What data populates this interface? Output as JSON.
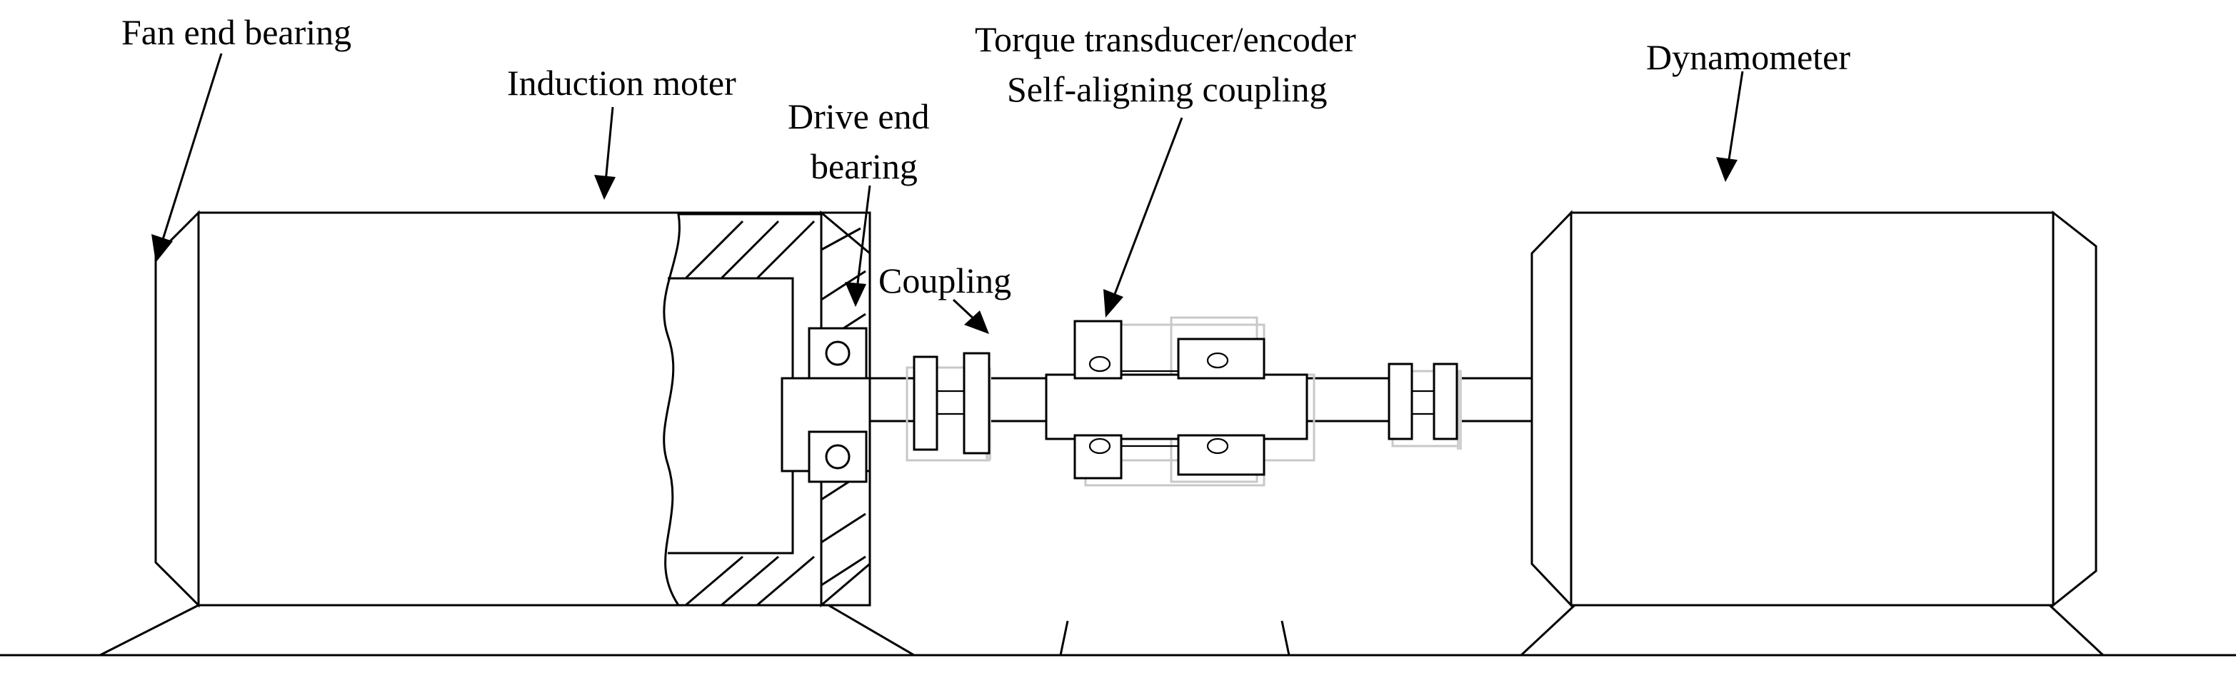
{
  "labels": {
    "fan_end_bearing": "Fan end bearing",
    "induction_motor": "Induction moter",
    "drive_end_bearing_line1": "Drive end",
    "drive_end_bearing_line2": "bearing",
    "coupling": "Coupling",
    "torque_transducer": "Torque transducer/encoder",
    "self_aligning_coupling": "Self-aligning coupling",
    "dynamometer": "Dynamometer"
  },
  "colors": {
    "line": "#000000",
    "ghost": "#c8c8c8",
    "background": "#ffffff"
  }
}
